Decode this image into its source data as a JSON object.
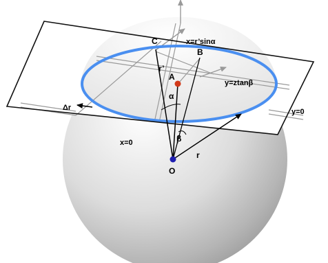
{
  "labels": {
    "C": "C",
    "B": "B",
    "A": "A",
    "O": "O",
    "r_prime": "r’",
    "alpha": "α",
    "beta": "β",
    "r": "r",
    "delta_r": "Δr",
    "x_eq": "x=r’sinα",
    "y_eq": "y=ztanβ",
    "y0": "y=0",
    "x0": "x=0"
  },
  "colors": {
    "ring": "#4a8ff0",
    "point_A": "#d23a1a",
    "point_O": "#1f1fb0",
    "guide": "#9a9a9a",
    "plane_edge": "#111111"
  }
}
